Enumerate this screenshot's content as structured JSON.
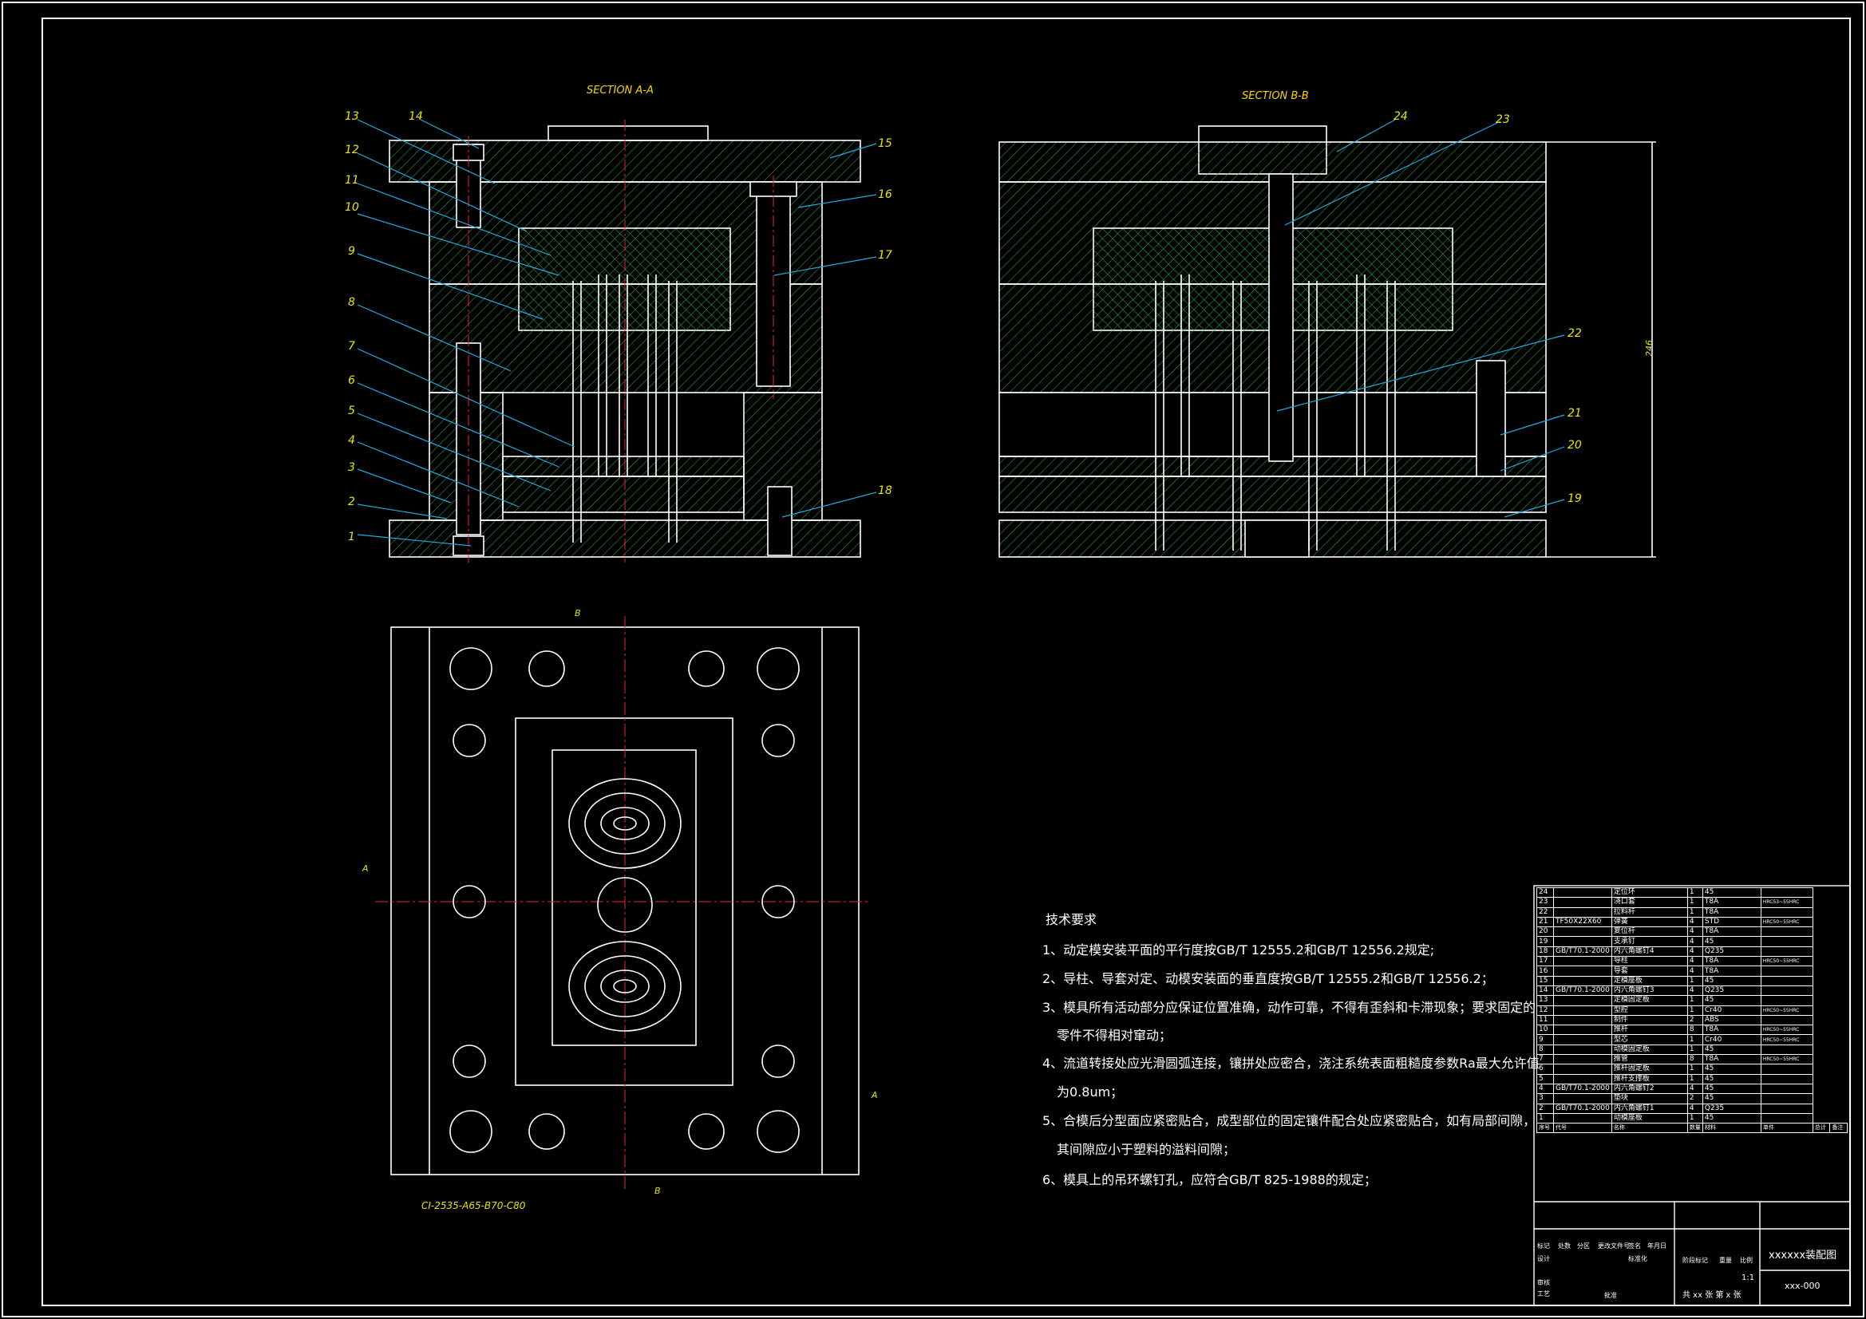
{
  "views": {
    "section_aa_title": "SECTION A-A",
    "section_bb_title": "SECTION B-B",
    "dimension_text": "246",
    "mould_base_code": "CI-2535-A65-B70-C80",
    "section_marks": {
      "a_left": "A",
      "a_right": "A",
      "b_top": "B",
      "b_bottom": "B"
    }
  },
  "part_callouts": [
    "1",
    "2",
    "3",
    "4",
    "5",
    "6",
    "7",
    "8",
    "9",
    "10",
    "11",
    "12",
    "13",
    "14",
    "15",
    "16",
    "17",
    "18",
    "19",
    "20",
    "21",
    "22",
    "23",
    "24"
  ],
  "technical_requirements": {
    "title": "技术要求",
    "items": [
      "1、动定模安装平面的平行度按GB/T 12555.2和GB/T 12556.2规定;",
      "2、导柱、导套对定、动模安装面的垂直度按GB/T 12555.2和GB/T 12556.2；",
      "3、模具所有活动部分应保证位置准确，动作可靠，不得有歪斜和卡滞现象；要求固定的",
      "零件不得相对窜动；",
      "4、流道转接处应光滑圆弧连接，镶拼处应密合，浇注系统表面粗糙度参数Ra最大允许值",
      "为0.8um；",
      "5、合模后分型面应紧密贴合，成型部位的固定镶件配合处应紧密贴合，如有局部间隙，",
      "其间隙应小于塑料的溢料间隙；",
      "6、模具上的吊环螺钉孔，应符合GB/T 825-1988的规定；"
    ]
  },
  "bom": {
    "rows": [
      {
        "no": "24",
        "code": "",
        "name": "定位环",
        "qty": "1",
        "mat": "45",
        "note": ""
      },
      {
        "no": "23",
        "code": "",
        "name": "浇口套",
        "qty": "1",
        "mat": "T8A",
        "note": "HRC53~55HRC"
      },
      {
        "no": "22",
        "code": "",
        "name": "拉料杆",
        "qty": "1",
        "mat": "T8A",
        "note": ""
      },
      {
        "no": "21",
        "code": "TF50X22X60",
        "name": "弹簧",
        "qty": "4",
        "mat": "STD",
        "note": "HRC50~55HRC"
      },
      {
        "no": "20",
        "code": "",
        "name": "复位杆",
        "qty": "4",
        "mat": "T8A",
        "note": ""
      },
      {
        "no": "19",
        "code": "",
        "name": "支承钉",
        "qty": "4",
        "mat": "45",
        "note": ""
      },
      {
        "no": "18",
        "code": "GB/T70.1-2000",
        "name": "内六角螺钉4",
        "qty": "4",
        "mat": "Q235",
        "note": ""
      },
      {
        "no": "17",
        "code": "",
        "name": "导柱",
        "qty": "4",
        "mat": "T8A",
        "note": "HRC50~55HRC"
      },
      {
        "no": "16",
        "code": "",
        "name": "导套",
        "qty": "4",
        "mat": "T8A",
        "note": ""
      },
      {
        "no": "15",
        "code": "",
        "name": "定模座板",
        "qty": "1",
        "mat": "45",
        "note": ""
      },
      {
        "no": "14",
        "code": "GB/T70.1-2000",
        "name": "内六角螺钉3",
        "qty": "4",
        "mat": "Q235",
        "note": ""
      },
      {
        "no": "13",
        "code": "",
        "name": "定模固定板",
        "qty": "1",
        "mat": "45",
        "note": ""
      },
      {
        "no": "12",
        "code": "",
        "name": "型腔",
        "qty": "1",
        "mat": "Cr40",
        "note": "HRC50~55HRC"
      },
      {
        "no": "11",
        "code": "",
        "name": "制件",
        "qty": "2",
        "mat": "ABS",
        "note": ""
      },
      {
        "no": "10",
        "code": "",
        "name": "推杆",
        "qty": "8",
        "mat": "T8A",
        "note": "HRC50~55HRC"
      },
      {
        "no": "9",
        "code": "",
        "name": "型芯",
        "qty": "1",
        "mat": "Cr40",
        "note": "HRC50~55HRC"
      },
      {
        "no": "8",
        "code": "",
        "name": "动模固定板",
        "qty": "1",
        "mat": "45",
        "note": ""
      },
      {
        "no": "7",
        "code": "",
        "name": "推管",
        "qty": "8",
        "mat": "T8A",
        "note": "HRC50~55HRC"
      },
      {
        "no": "6",
        "code": "",
        "name": "推杆固定板",
        "qty": "1",
        "mat": "45",
        "note": ""
      },
      {
        "no": "5",
        "code": "",
        "name": "推杆支撑板",
        "qty": "1",
        "mat": "45",
        "note": ""
      },
      {
        "no": "4",
        "code": "GB/T70.1-2000",
        "name": "内六角螺钉2",
        "qty": "4",
        "mat": "45",
        "note": ""
      },
      {
        "no": "3",
        "code": "",
        "name": "垫块",
        "qty": "2",
        "mat": "45",
        "note": ""
      },
      {
        "no": "2",
        "code": "GB/T70.1-2000",
        "name": "内六角螺钉1",
        "qty": "4",
        "mat": "Q235",
        "note": ""
      },
      {
        "no": "1",
        "code": "",
        "name": "动模座板",
        "qty": "1",
        "mat": "45",
        "note": ""
      }
    ],
    "header": {
      "no": "序号",
      "code": "代号",
      "name": "名称",
      "qty": "数量",
      "mat": "材料",
      "unit_wt": "单件",
      "total_wt": "总计",
      "note": "备注"
    }
  },
  "title_block": {
    "drawing_title": "xxxxxx装配图",
    "drawing_no": "xxx-000",
    "scale": "1:1",
    "sheets": "共 xx 张  第 x 张",
    "labels": [
      "标记",
      "处数",
      "分区",
      "更改文件号",
      "签名",
      "年月日",
      "设计",
      "标准化",
      "阶段标记",
      "重量",
      "比例",
      "审核",
      "工艺",
      "批准"
    ]
  }
}
